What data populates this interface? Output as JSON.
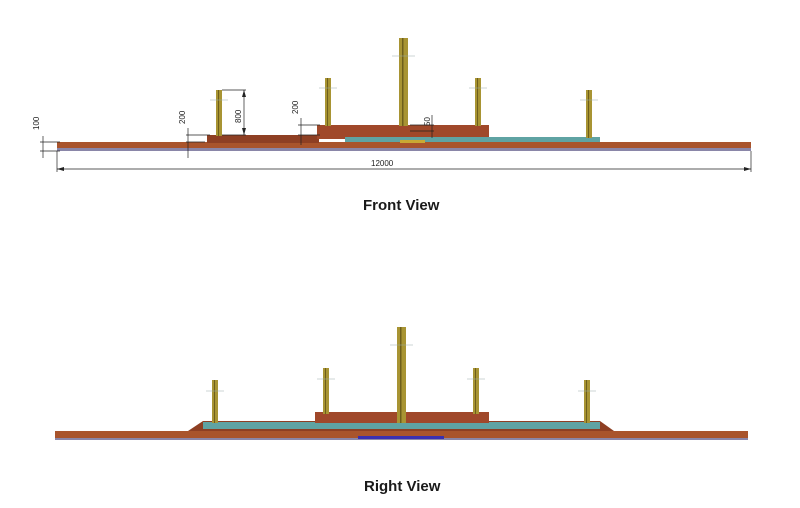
{
  "views": {
    "front": {
      "caption": "Front View",
      "dims": {
        "thickness": "100",
        "step_left": "200",
        "pile_height": "800",
        "step_mid": "200",
        "offset": "50",
        "total_length": "12000"
      }
    },
    "right": {
      "caption": "Right View"
    }
  },
  "colors": {
    "ground": "#a9542c",
    "base_upper": "#8e3f23",
    "platform": "#a0482a",
    "slab_teal": "#5fa3a3",
    "pile": "#a89433",
    "pile_dark": "#6e5f1c",
    "liner": "#8a86a8",
    "blue_strip": "#3a2fb0",
    "yellow_strip": "#c9a934"
  }
}
